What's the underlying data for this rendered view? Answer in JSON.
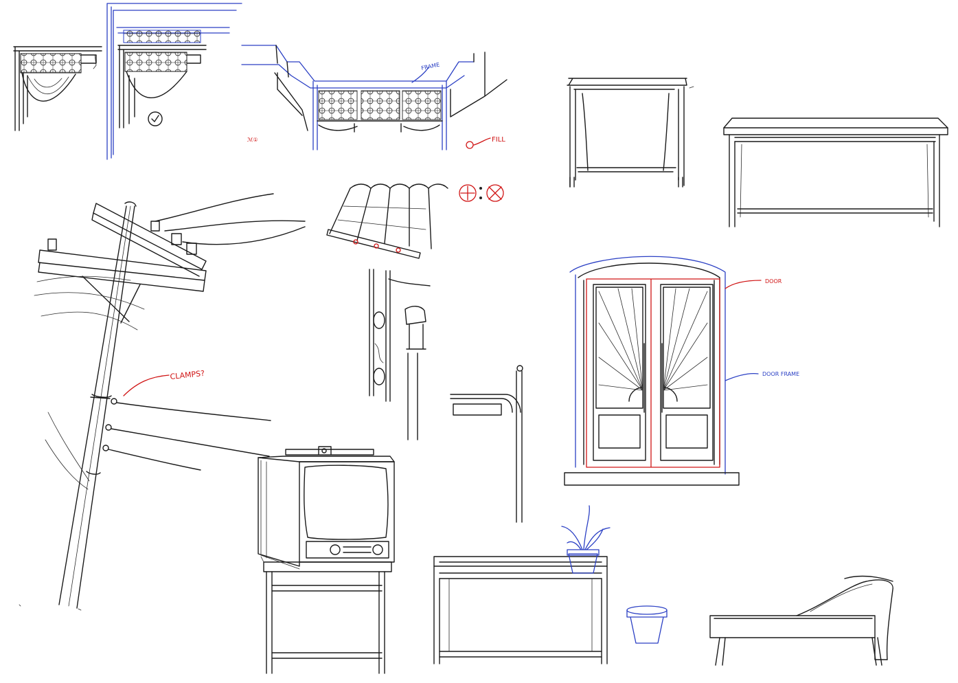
{
  "annotations": {
    "frame_label": "FRAME",
    "fill_label": "FILL",
    "clamps_label": "CLAMPS?",
    "door_label": "DOOR",
    "door_frame_label": "DOOR FRAME"
  },
  "colors": {
    "ink": "#1a1a1a",
    "blue_pencil": "#2a3fc4",
    "red_pencil": "#d01414",
    "paper": "#ffffff"
  }
}
